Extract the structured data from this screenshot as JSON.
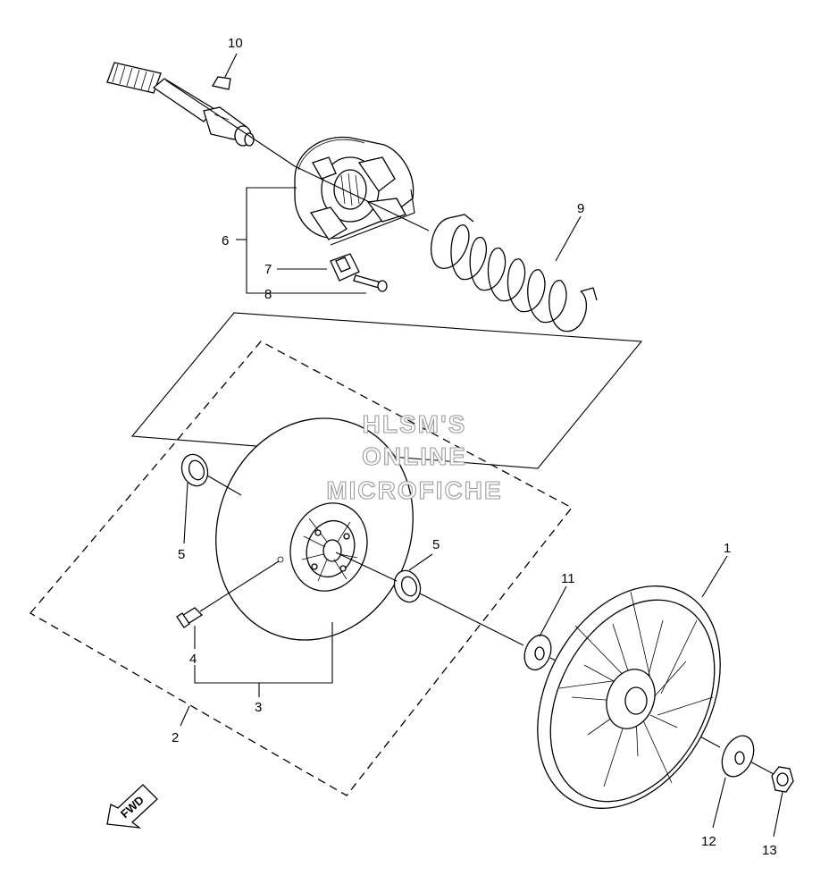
{
  "diagram": {
    "callouts": {
      "c1": "1",
      "c2": "2",
      "c3": "3",
      "c4": "4",
      "c5a": "5",
      "c5b": "5",
      "c6": "6",
      "c7": "7",
      "c8": "8",
      "c9": "9",
      "c10": "10",
      "c11": "11",
      "c12": "12",
      "c13": "13"
    },
    "watermark": {
      "line1": "HLSM'S",
      "line2": "ONLINE",
      "line3": "MICROFICHE"
    },
    "fwd_label": "FWD"
  }
}
